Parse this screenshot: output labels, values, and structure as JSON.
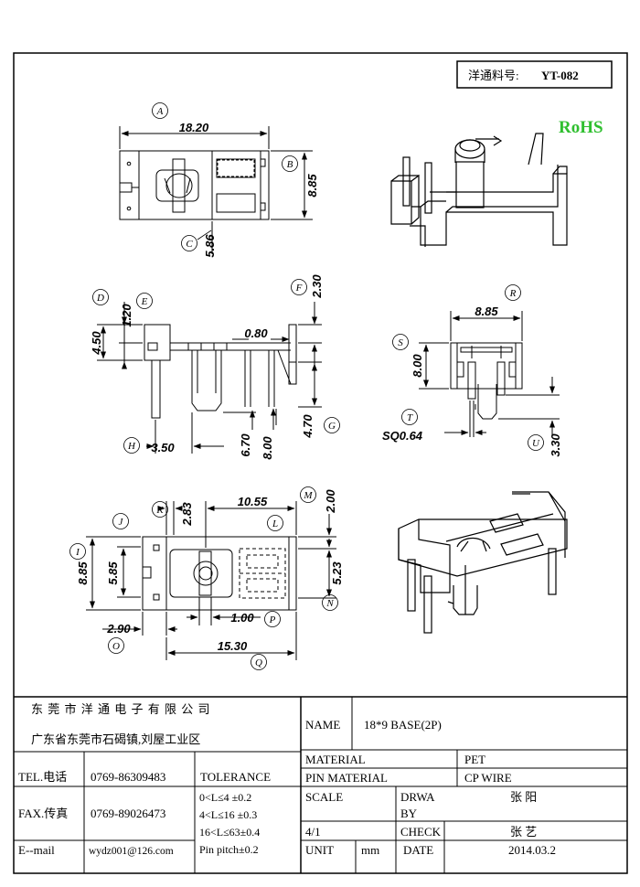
{
  "part_no": {
    "label": "洋通料号:",
    "value": "YT-082"
  },
  "rohs": "RoHS",
  "rohs_color": "#2fbf2f",
  "views": {
    "top": {
      "label_a": "A",
      "dim_a": "18.20",
      "label_b": "B",
      "dim_b": "8.85",
      "label_c": "C",
      "dim_c": "5.86"
    },
    "side": {
      "label_d": "D",
      "dim_d": "1.20",
      "label_e": "E",
      "dim_e": "4.50",
      "label_f": "F",
      "dim_f": "2.30",
      "dim_080": "0.80",
      "label_g": "G",
      "dim_g": "4.70",
      "label_h": "H",
      "dim_h": "3.50",
      "dim_670": "6.70",
      "dim_800": "8.00"
    },
    "front": {
      "label_r": "R",
      "dim_r": "8.85",
      "label_s": "S",
      "dim_s": "8.00",
      "label_t": "T",
      "dim_t": "SQ0.64",
      "label_u": "U",
      "dim_u": "3.30"
    },
    "bottom": {
      "label_i": "I",
      "dim_i": "8.85",
      "label_j": "J",
      "dim_j": "5.85",
      "label_k": "K",
      "dim_k": "2.83",
      "dim_1055": "10.55",
      "label_l": "L",
      "label_m": "M",
      "dim_m": "2.00",
      "label_n": "N",
      "dim_n": "5.23",
      "label_o": "O",
      "dim_o": "2.90",
      "label_p": "P",
      "dim_p": "1.00",
      "label_q": "Q",
      "dim_q": "15.30"
    }
  },
  "title_block": {
    "company": "东 莞 市 洋 通 电 子 有 限 公 司",
    "address": "广东省东莞市石碣镇,刘屋工业区",
    "name_label": "NAME",
    "name_value": "18*9 BASE(2P)",
    "tel_label": "TEL.电话",
    "tel_value": "0769-86309483",
    "fax_label": "FAX.传真",
    "fax_value": "0769-89026473",
    "email_label": "E--mail",
    "email_value": "wydz001@126.com",
    "tolerance_label": "TOLERANCE",
    "tol_1": "0<L≤4   ±0.2",
    "tol_2": "4<L≤16  ±0.3",
    "tol_3": "16<L≤63±0.4",
    "tol_4": "Pin pitch±0.2",
    "material_label": "MATERIAL",
    "material_value": "PET",
    "pin_material_label": "PIN MATERIAL",
    "pin_material_value": "CP WIRE",
    "scale_label": "SCALE",
    "scale_value": "4/1",
    "drwa_label_1": "DRWA",
    "drwa_label_2": "BY",
    "drwa_value": "张 阳",
    "check_label": "CHECK",
    "check_value": "张 艺",
    "unit_label": "UNIT",
    "unit_value": "mm",
    "date_label": "DATE",
    "date_value": "2014.03.2"
  }
}
